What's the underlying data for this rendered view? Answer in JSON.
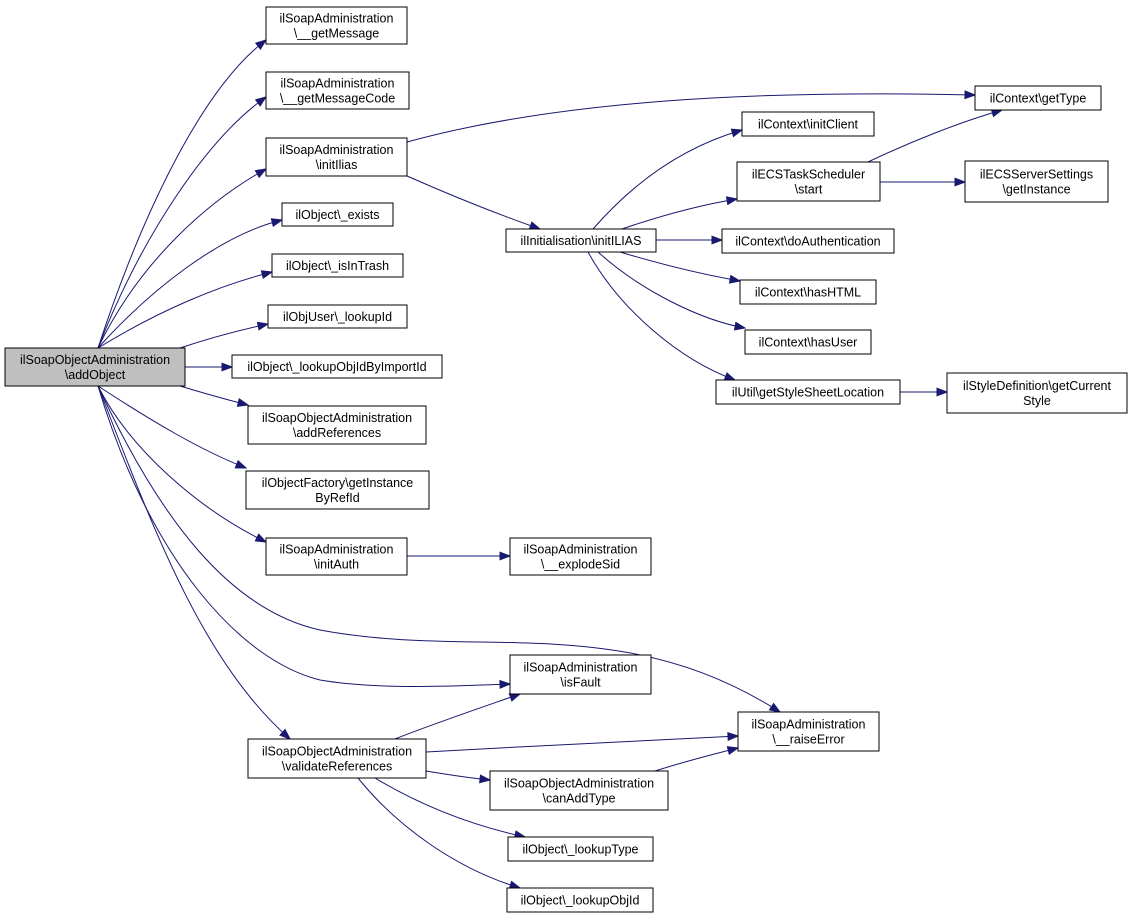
{
  "nodes": {
    "root": [
      "ilSoapObjectAdministration",
      "\\addObject"
    ],
    "getMessage": [
      "ilSoapAdministration",
      "\\__getMessage"
    ],
    "getMessageCode": [
      "ilSoapAdministration",
      "\\__getMessageCode"
    ],
    "initIlias": [
      "ilSoapAdministration",
      "\\initIlias"
    ],
    "exists": [
      "ilObject\\_exists"
    ],
    "isInTrash": [
      "ilObject\\_isInTrash"
    ],
    "lookupId": [
      "ilObjUser\\_lookupId"
    ],
    "lookupObjIdByImportId": [
      "ilObject\\_lookupObjIdByImportId"
    ],
    "addReferences": [
      "ilSoapObjectAdministration",
      "\\addReferences"
    ],
    "getInstanceByRefId": [
      "ilObjectFactory\\getInstance",
      "ByRefId"
    ],
    "initAuth": [
      "ilSoapAdministration",
      "\\initAuth"
    ],
    "isFault": [
      "ilSoapAdministration",
      "\\isFault"
    ],
    "validateReferences": [
      "ilSoapObjectAdministration",
      "\\validateReferences"
    ],
    "canAddType": [
      "ilSoapObjectAdministration",
      "\\canAddType"
    ],
    "lookupType": [
      "ilObject\\_lookupType"
    ],
    "lookupObjId": [
      "ilObject\\_lookupObjId"
    ],
    "explodeSid": [
      "ilSoapAdministration",
      "\\__explodeSid"
    ],
    "raiseError": [
      "ilSoapAdministration",
      "\\__raiseError"
    ],
    "initILIAS": [
      "ilInitialisation\\initILIAS"
    ],
    "initClient": [
      "ilContext\\initClient"
    ],
    "ecsStart": [
      "ilECSTaskScheduler",
      "\\start"
    ],
    "doAuthentication": [
      "ilContext\\doAuthentication"
    ],
    "hasHTML": [
      "ilContext\\hasHTML"
    ],
    "hasUser": [
      "ilContext\\hasUser"
    ],
    "getStyleSheetLocation": [
      "ilUtil\\getStyleSheetLocation"
    ],
    "getType": [
      "ilContext\\getType"
    ],
    "ecsServerSettings": [
      "ilECSServerSettings",
      "\\getInstance"
    ],
    "getCurrentStyle": [
      "ilStyleDefinition\\getCurrent",
      "Style"
    ]
  },
  "edge_color": "#191970",
  "root_fill": "#bfbfbf"
}
